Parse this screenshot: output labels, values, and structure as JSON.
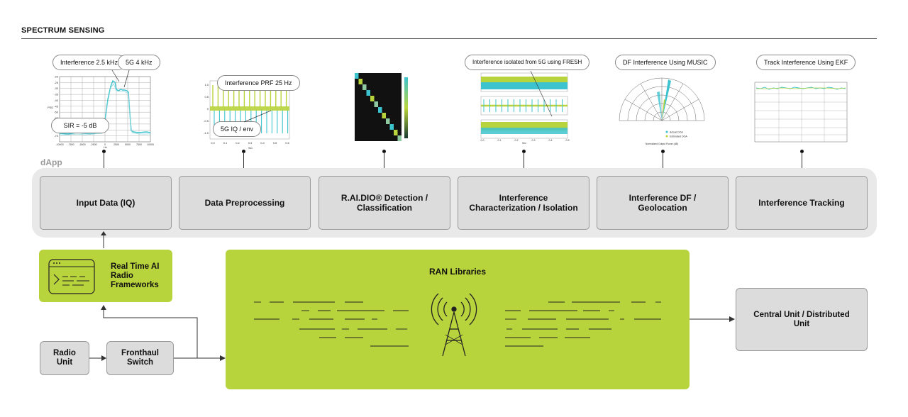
{
  "header": {
    "title": "SPECTRUM SENSING"
  },
  "dapp": {
    "label": "dApp"
  },
  "stages": [
    {
      "label": "Input Data (IQ)"
    },
    {
      "label": "Data Preprocessing"
    },
    {
      "label": "R.AI.DIO® Detection / Classification"
    },
    {
      "label": "Interference Characterization / Isolation"
    },
    {
      "label": "Interference DF / Geolocation"
    },
    {
      "label": "Interference Tracking"
    }
  ],
  "plots": {
    "spectrum": {
      "callouts": [
        "Interference 2.5 kHz",
        "5G 4 kHz",
        "SIR = -5 dB"
      ],
      "yticks": [
        "-20",
        "-25",
        "-30",
        "-35",
        "-40",
        "-45",
        "-50",
        "-55",
        "-60",
        "-65",
        "-70"
      ],
      "xticks": [
        "-10000",
        "-7500",
        "-5000",
        "-2500",
        "0",
        "2500",
        "5000",
        "7500",
        "10000"
      ],
      "ylabel": "PSD",
      "xlabel": "Hz"
    },
    "preprocessing": {
      "callouts": [
        "Interference PRF 25 Hz",
        "5G IQ / env"
      ],
      "yticks": [
        "1.0",
        "0.5",
        "0",
        "-0.5",
        "-1.0"
      ],
      "xticks": [
        "0.0",
        "0.1",
        "0.2",
        "0.3",
        "0.4",
        "0.5",
        "0.6"
      ],
      "xlabel": "Sec"
    },
    "characterization": {
      "callouts": [
        "Interference isolated from 5G using FRESH"
      ],
      "xticks": [
        "0.0",
        "0.1",
        "0.2",
        "0.3",
        "0.4",
        "0.5"
      ],
      "xlabel": "Sec"
    },
    "df": {
      "callouts": [
        "DF Interference Using MUSIC"
      ],
      "legend": [
        "Actual DOA",
        "Estimated DOA"
      ],
      "xlabel": "Normalized Output Power (dB)"
    },
    "tracking": {
      "callouts": [
        "Track Interference Using EKF"
      ]
    }
  },
  "realtime": {
    "label": "Real Time AI Radio Frameworks"
  },
  "ran": {
    "title": "RAN Libraries"
  },
  "radio_unit": {
    "label": "Radio Unit"
  },
  "fronthaul": {
    "label": "Fronthaul Switch"
  },
  "central_unit": {
    "label": "Central Unit / Distributed Unit"
  },
  "colors": {
    "accent_green": "#b8d43c",
    "cyan": "#3cc3cf",
    "gray_box": "#dcdcdc"
  }
}
